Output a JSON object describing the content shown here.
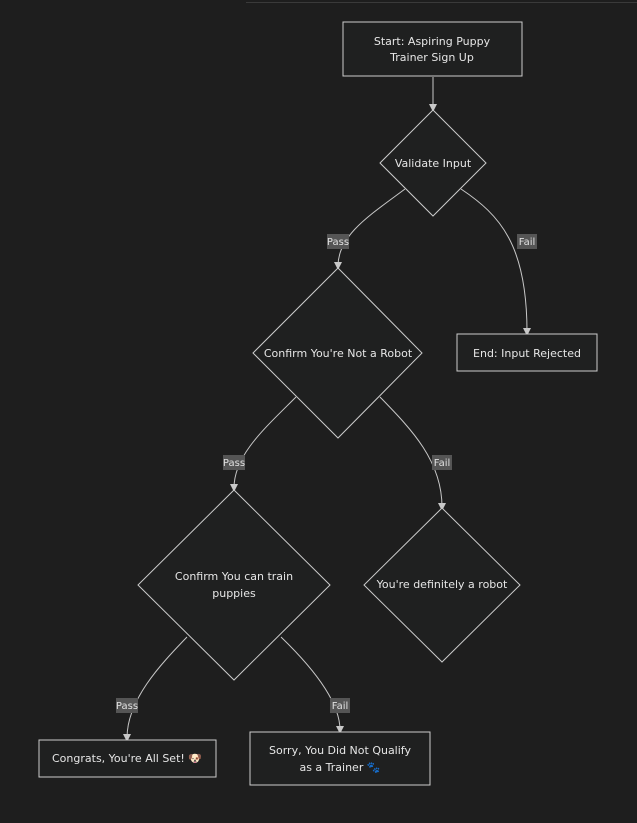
{
  "colors": {
    "background": "#1e1e1e",
    "node_fill": "#1f2020",
    "node_stroke": "#cccccc",
    "edge": "#c8c8c8",
    "label_bg": "#555555",
    "text": "#e6e6e6"
  },
  "nodes": {
    "start": {
      "line1": "Start: Aspiring Puppy",
      "line2": "Trainer Sign Up"
    },
    "validate": {
      "label": "Validate Input"
    },
    "rejected": {
      "label": "End: Input Rejected"
    },
    "robot_check": {
      "label": "Confirm You're Not a Robot"
    },
    "robot": {
      "label": "You're definitely a robot"
    },
    "train_check": {
      "line1": "Confirm You can train",
      "line2": "puppies"
    },
    "congrats": {
      "label": "Congrats, You're All Set! 🐶"
    },
    "sorry": {
      "line1": "Sorry, You Did Not Qualify",
      "line2": "as a Trainer 🐾"
    }
  },
  "edges": {
    "validate_pass": "Pass",
    "validate_fail": "Fail",
    "robot_pass": "Pass",
    "robot_fail": "Fail",
    "train_pass": "Pass",
    "train_fail": "Fail"
  }
}
